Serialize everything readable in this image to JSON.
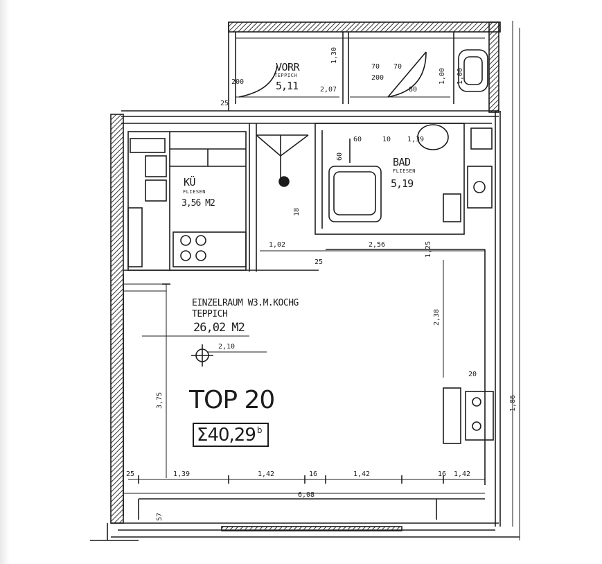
{
  "unit": {
    "title": "TOP 20",
    "total_area": "40,29",
    "total_symbol": "Σ",
    "total_suffix": "b"
  },
  "rooms": {
    "vorraum": {
      "name": "VORR",
      "floor": "TEPPICH",
      "area": "5,11"
    },
    "kueche": {
      "name": "KÜ",
      "floor": "FLIESEN",
      "area": "3,56 M2"
    },
    "bad": {
      "name": "BAD",
      "floor": "FLIESEN",
      "area": "5,19"
    },
    "wohnraum": {
      "name": "EINZELRAUM W3.M.KOCHG",
      "floor": "TEPPICH",
      "area": "26,02 M2",
      "height": "2,10"
    }
  },
  "dimensions": {
    "bottom_chain": [
      "25",
      "1,39",
      "1,42",
      "16",
      "1,42",
      "16",
      "1,42"
    ],
    "bottom_total": "6,08",
    "inner_row": [
      "1,02",
      "2,56"
    ],
    "vorraum_row": [
      "2,07",
      "80"
    ],
    "bad_row": [
      "60",
      "10",
      "1,39"
    ],
    "bad_door": [
      "70",
      "200"
    ],
    "vorr_door": "200",
    "vertical_main": "3,75",
    "vertical_right": "2,38",
    "vertical_right_lower": "1,86",
    "misc": [
      "1,30",
      "1,00",
      "25",
      "60",
      "20",
      "1,25",
      "18",
      "25",
      "57",
      "1,00",
      "70"
    ]
  },
  "icons": {
    "drain": "floor-drain-icon",
    "stove": "stove-icon",
    "toilet": "toilet-icon",
    "bathtub": "bathtub-icon",
    "sink": "sink-icon",
    "radiator": "radiator-icon"
  },
  "colors": {
    "ink": "#1c1c1c",
    "paper": "#ffffff",
    "hatch": "#333333"
  }
}
